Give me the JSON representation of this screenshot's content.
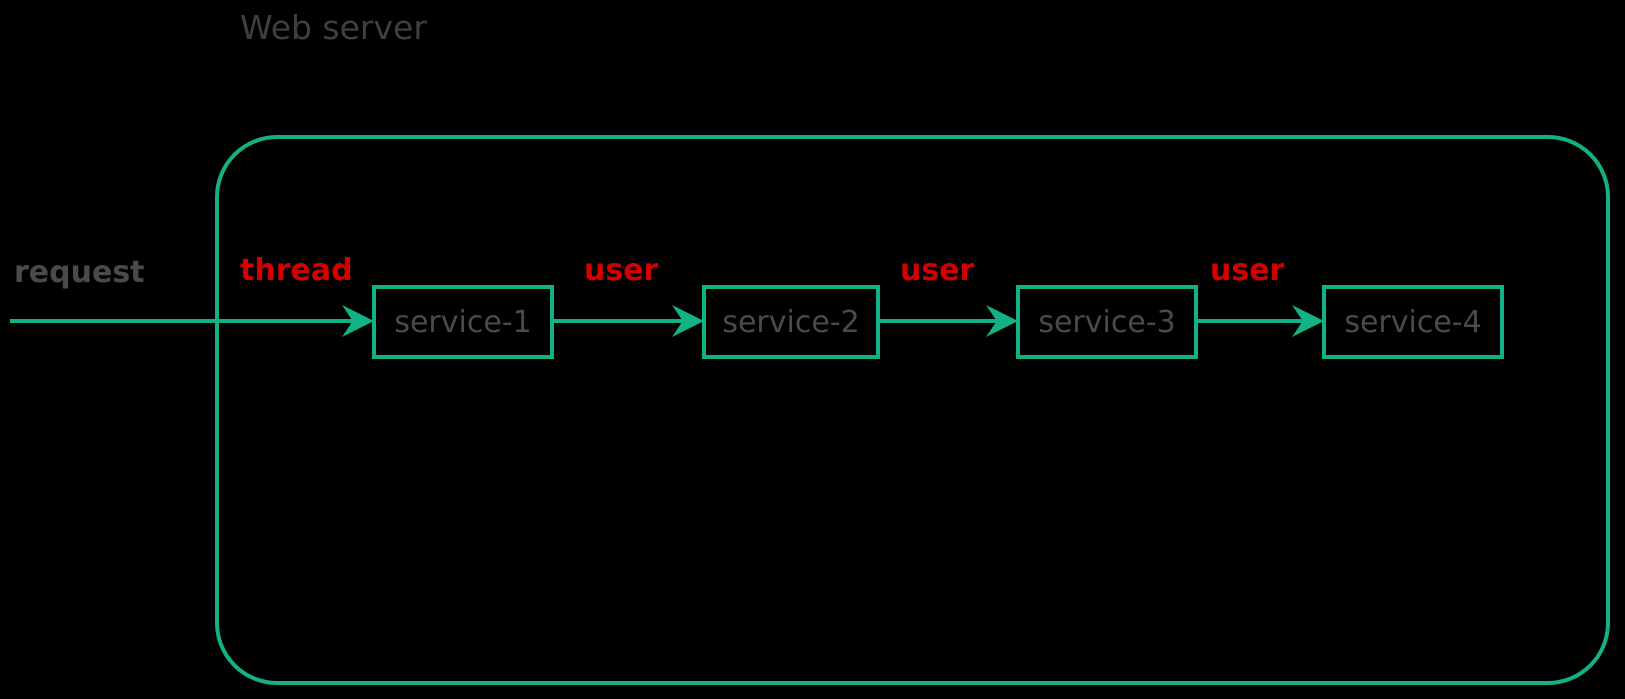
{
  "diagram": {
    "title": "Web server",
    "background_color": "#000000",
    "accent_color": "#12b186",
    "label_color": "#d40000",
    "text_color": "#4a4a4a",
    "container": {
      "name": "Web server",
      "shape": "rounded-rectangle"
    },
    "nodes": [
      {
        "id": "service-1",
        "label": "service-1"
      },
      {
        "id": "service-2",
        "label": "service-2"
      },
      {
        "id": "service-3",
        "label": "service-3"
      },
      {
        "id": "service-4",
        "label": "service-4"
      }
    ],
    "edges": [
      {
        "from": "request",
        "to": "service-1",
        "label": "thread",
        "label_color": "#d40000"
      },
      {
        "from": "service-1",
        "to": "service-2",
        "label": "user",
        "label_color": "#d40000"
      },
      {
        "from": "service-2",
        "to": "service-3",
        "label": "user",
        "label_color": "#d40000"
      },
      {
        "from": "service-3",
        "to": "service-4",
        "label": "user",
        "label_color": "#d40000"
      }
    ],
    "entry": {
      "label": "request",
      "label_color": "#4a4a4a"
    }
  }
}
